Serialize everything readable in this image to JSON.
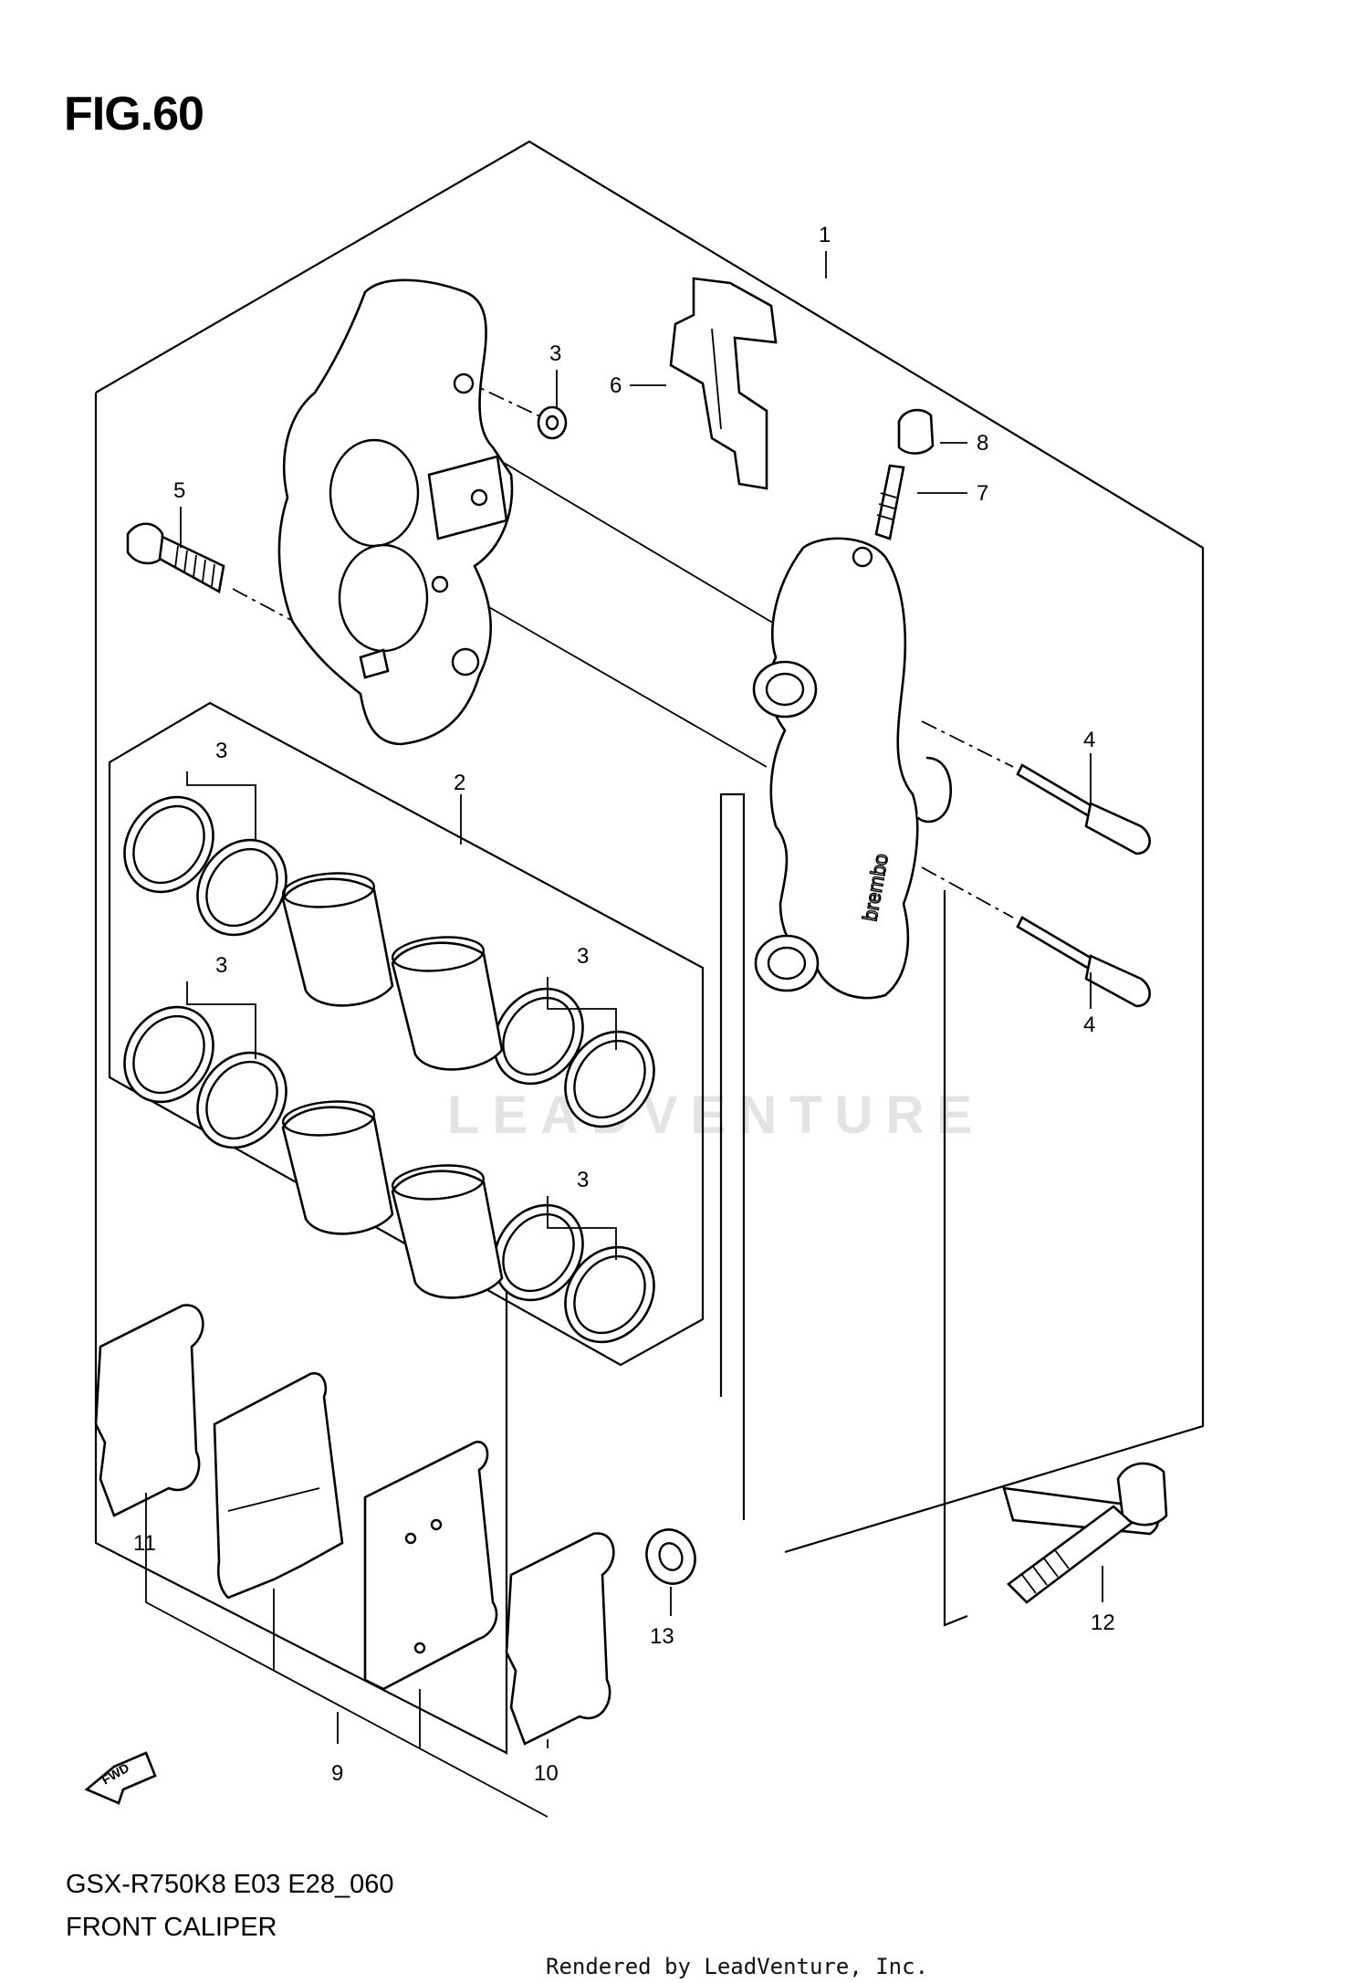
{
  "figure_title": "FIG.60",
  "model_code": "GSX-R750K8 E03 E28_060",
  "part_name": "FRONT CALIPER",
  "footer": "Rendered by LeadVenture, Inc.",
  "watermark": "LEADVENTURE",
  "fwd_label": "FWD",
  "callouts": {
    "c1": "1",
    "c2": "2",
    "c3a": "3",
    "c3b": "3",
    "c3c": "3",
    "c3d": "3",
    "c3e": "3",
    "c4a": "4",
    "c4b": "4",
    "c5": "5",
    "c6": "6",
    "c7": "7",
    "c8": "8",
    "c9": "9",
    "c10": "10",
    "c11": "11",
    "c12": "12",
    "c13": "13"
  }
}
